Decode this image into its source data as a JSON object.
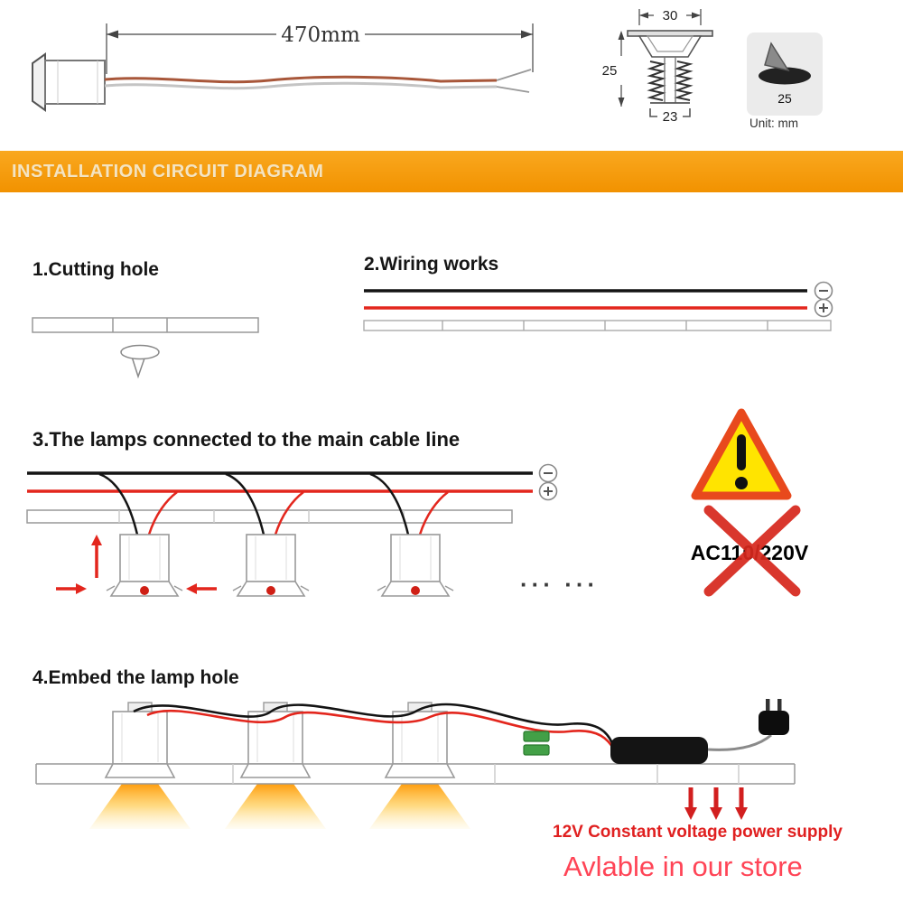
{
  "top_diagram": {
    "cable_length_label": "470mm",
    "width_top_label": "30",
    "height_label": "25",
    "width_bottom_label": "23",
    "hole_diameter_label": "25",
    "unit_label": "Unit: mm"
  },
  "banner": {
    "title": "INSTALLATION CIRCUIT DIAGRAM"
  },
  "steps": [
    {
      "label": "1.Cutting hole"
    },
    {
      "label": "2.Wiring works"
    },
    {
      "label": "3.The lamps connected to the main cable line"
    },
    {
      "label": "4.Embed the lamp hole"
    }
  ],
  "more_lamps_dots": "··· ···",
  "warning": {
    "voltage_label": "AC110/220V"
  },
  "footer": {
    "power_supply_label": "12V Constant voltage power supply",
    "store_label": "Avlable in our store"
  },
  "colors": {
    "banner_orange": "#f59d13",
    "wire_black": "#141414",
    "wire_red": "#e3261d",
    "warning_yellow": "#ffe400",
    "warning_border": "#e8491d",
    "prohibit_cross_red": "#d7281e",
    "beam_orange": "#ff9800",
    "power_label_red": "#e02020",
    "store_label_red": "#ff4456",
    "terminal_green": "#43a047"
  }
}
